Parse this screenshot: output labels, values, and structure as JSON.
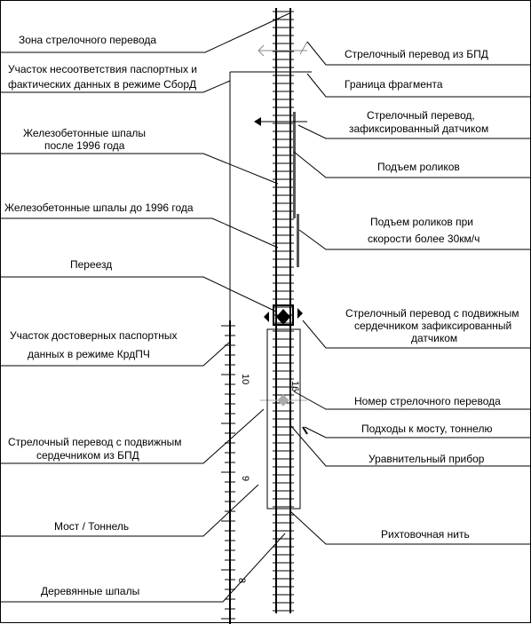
{
  "labels_left": {
    "zone": "Зона стрелочного перевода",
    "mismatch_1": "Участок несоответствия паспортных и",
    "mismatch_2": "фактических данных в режиме СборД",
    "concrete_after_1": "Железобетонные шпалы",
    "concrete_after_2": "после 1996 года",
    "concrete_before": "Железобетонные шпалы до 1996 года",
    "crossing": "Переезд",
    "reliable_1": "Участок достоверных паспортных",
    "reliable_2": "данных в режиме КрдПЧ",
    "movable_bpd_1": "Стрелочный перевод с подвижным",
    "movable_bpd_2": "сердечником из БПД",
    "bridge": "Мост / Тоннель",
    "wooden": "Деревянные шпалы"
  },
  "labels_right": {
    "switch_bpd": "Стрелочный перевод  из БПД",
    "fragment": "Граница фрагмента",
    "switch_sensor_1": "Стрелочный перевод,",
    "switch_sensor_2": "зафиксированный датчиком",
    "rollers": "Подъем роликов",
    "rollers_speed_1": "Подъем роликов при",
    "rollers_speed_2": "скорости более 30км/ч",
    "movable_sensor_1": "Стрелочный перевод с подвижным",
    "movable_sensor_2": "сердечником    зафиксированный",
    "movable_sensor_3": "датчиком",
    "switch_number": "Номер стрелочного перевода",
    "approaches": "Подходы к мосту, тоннелю",
    "equalizer": "Уравнительный прибор",
    "string": "Рихтовочная нить"
  },
  "numbers": {
    "n10": "10",
    "n16": "16",
    "n9": "9",
    "n8": "8"
  }
}
